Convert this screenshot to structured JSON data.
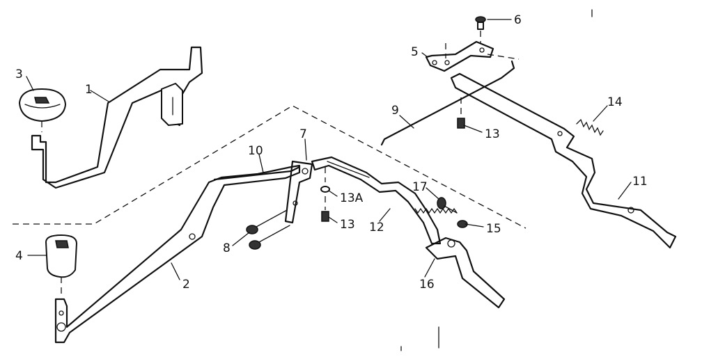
{
  "diagram": {
    "callouts": {
      "c1": "1",
      "c2": "2",
      "c3": "3",
      "c4": "4",
      "c5": "5",
      "c6": "6",
      "c7": "7",
      "c8": "8",
      "c9": "9",
      "c10": "10",
      "c11": "11",
      "c12": "12",
      "c13a": "13",
      "c13b": "13",
      "c13A": "13A",
      "c14": "14",
      "c15": "15",
      "c16": "16",
      "c17": "17"
    }
  }
}
